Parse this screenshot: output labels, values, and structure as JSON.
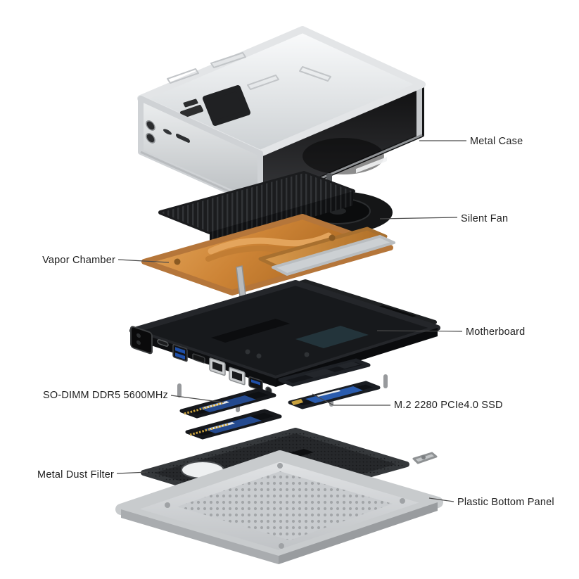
{
  "labels": {
    "metal_case": "Metal Case",
    "silent_fan": "Silent Fan",
    "vapor_chamber": "Vapor Chamber",
    "motherboard": "Motherboard",
    "so_dimm": "SO-DIMM DDR5 5600MHz",
    "m2_ssd": "M.2 2280 PCIe4.0 SSD",
    "dust_filter": "Metal Dust Filter",
    "bottom_panel": "Plastic Bottom Panel"
  },
  "colors": {
    "background": "#ffffff",
    "case_silver": "#d7dadc",
    "copper": "#c9813b",
    "pcb_black": "#17191c",
    "ram_label_blue": "#244a8f",
    "ssd_label_blue": "#2a5cae",
    "panel_gray": "#cdd0d3",
    "label_text": "#1f1f1f",
    "leader_line": "#4a4a4a"
  }
}
